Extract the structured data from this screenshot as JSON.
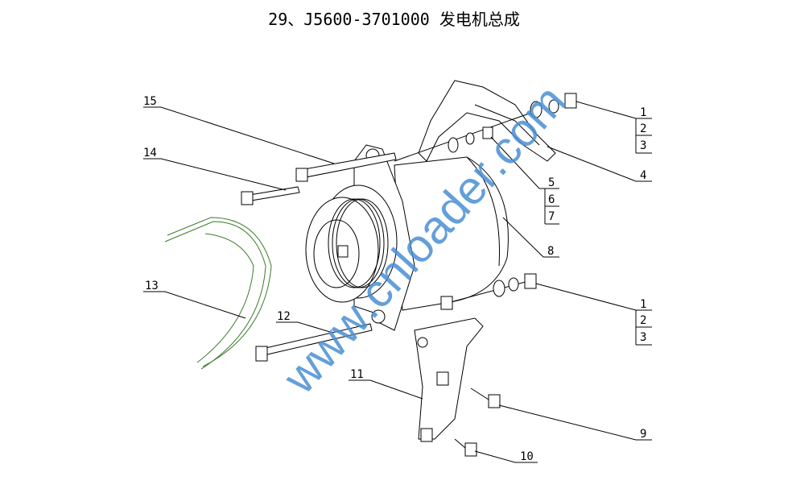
{
  "title": "29、J5600-3701000 发电机总成",
  "watermark": "www.cnloader.com",
  "callouts": {
    "c15": "15",
    "c14": "14",
    "c13": "13",
    "c12": "12",
    "c11": "11",
    "c10": "10",
    "c9": "9",
    "c8": "8",
    "c4": "4",
    "c5": "5",
    "c6": "6",
    "c7": "7",
    "c1a": "1",
    "c2a": "2",
    "c3a": "3",
    "c1b": "1",
    "c2b": "2",
    "c3b": "3"
  },
  "colors": {
    "belt": "#3a7a2a",
    "watermark": "#4a8fd4"
  }
}
